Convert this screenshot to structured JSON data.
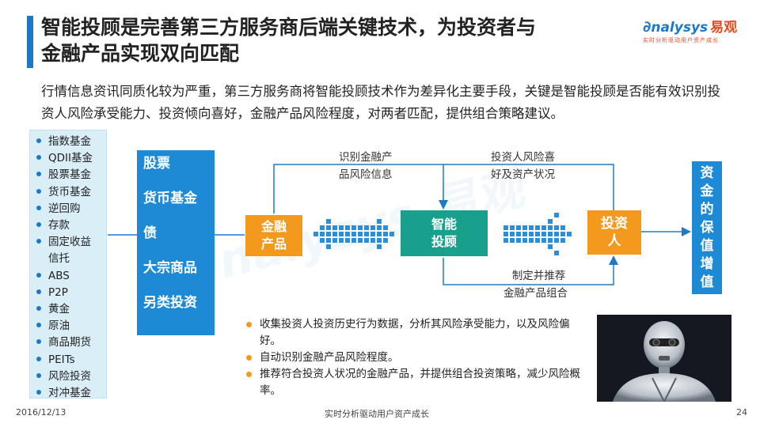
{
  "header": {
    "title_line1": "智能投顾是完善第三方服务商后端关键技术，为投资者与",
    "title_line2": "金融产品实现双向匹配",
    "logo_text": "nalysys",
    "logo_cn": "易观",
    "logo_sub": "实时分析驱动用户资产成长"
  },
  "intro": "行情信息资讯同质化较为严重，第三方服务商将智能投顾技术作为差异化主要手段，关键是智能投顾是否能有效识别投资人风险承受能力、投资倾向喜好，金融产品风险程度，对两者匹配，提供组合策略建议。",
  "product_list": [
    "指数基金",
    "QDII基金",
    "股票基金",
    "货币基金",
    "逆回购",
    "存款",
    "固定收益",
    "信托",
    "ABS",
    "P2P",
    "黄金",
    "原油",
    "商品期货",
    "PEITs",
    "风险投资",
    "对冲基金"
  ],
  "asset_classes": [
    "股票",
    "货币基金",
    "债",
    "大宗商品",
    "另类投资"
  ],
  "flow": {
    "financial_product": "金融产品",
    "smart_advisor": "智能投顾",
    "investor": "投资人",
    "fund_value": "资金的保值增值",
    "label_identify_line1": "识别金融产",
    "label_identify_line2": "品风险信息",
    "label_investor_line1": "投资人风险喜",
    "label_investor_line2": "好及资产状况",
    "label_recommend_line1": "制定并推荐",
    "label_recommend_line2": "金融产品组合"
  },
  "bullets": [
    "收集投资人投资历史行为数据，分析其风险承受能力，以及风险偏好。",
    "自动识别金融产品风险程度。",
    "推荐符合投资人状况的金融产品，并提供组合投资策略，减少风险概率。"
  ],
  "footer": {
    "date": "2016/12/13",
    "slogan": "实时分析驱动用户资产成长",
    "page": "24"
  },
  "colors": {
    "blue": "#1e8ad6",
    "orange": "#f39a1e",
    "green": "#18a08c",
    "light_blue": "#daeef8"
  }
}
